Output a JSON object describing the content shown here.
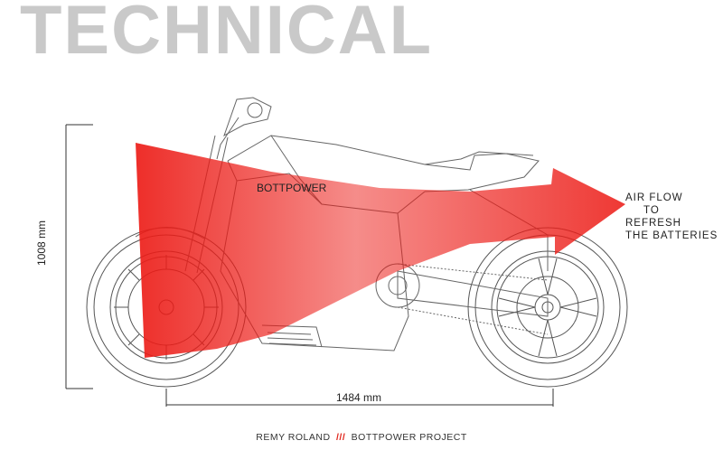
{
  "title": "TECHNICAL",
  "dimensions": {
    "height_label": "1008 mm",
    "wheelbase_label": "1484 mm"
  },
  "airflow": {
    "line1": "AIR FLOW",
    "line2": "TO",
    "line3": "REFRESH",
    "line4": "THE BATTERIES",
    "color": "#ec1c17"
  },
  "bike": {
    "tank_logo": "BOTTPOWER"
  },
  "footer": {
    "author": "REMY ROLAND",
    "separator": "///",
    "project": "BOTTPOWER PROJECT"
  }
}
